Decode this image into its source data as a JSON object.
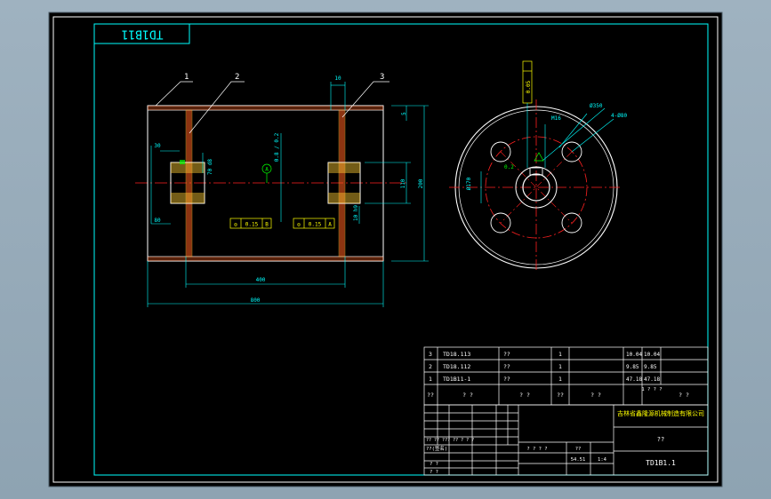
{
  "drawing": {
    "code_box": "TD1B11",
    "part_balloons": [
      "1",
      "2",
      "3"
    ],
    "dimensions": {
      "top_width": "10",
      "overall_length": "800",
      "inner_length": "400",
      "right_step": "5",
      "height": "200",
      "bore": "110",
      "left_boss": "30",
      "left_boss_bottom": "80",
      "left_boss_dia": "70 d8",
      "callout_top": "0.8 / 0.2",
      "datum": "A",
      "hole_spec": "4-Ø80",
      "pcd": "Ø350",
      "circle_dim": "Ø170",
      "keyway_left": "M16",
      "keyway_right": "10 h9",
      "shaft_label": "0.05",
      "center_dim": "0.2"
    },
    "tolerance_frames": [
      {
        "symbol": "◎",
        "value": "0.15",
        "datum": "B"
      },
      {
        "symbol": "◎",
        "value": "0.15",
        "datum": "A"
      }
    ]
  },
  "bom": {
    "rows": [
      {
        "no": "3",
        "code": "TD18.113",
        "name": "??",
        "qty": "1",
        "mass1": "10.04",
        "mass2": "10.04"
      },
      {
        "no": "2",
        "code": "TD18.112",
        "name": "??",
        "qty": "1",
        "mass1": "9.85",
        "mass2": "9.85"
      },
      {
        "no": "1",
        "code": "TD1B11-1",
        "name": "??",
        "qty": "1",
        "mass1": "47.18",
        "mass2": "47.18"
      }
    ],
    "header": [
      "??",
      "?  ?",
      "?  ?",
      "??",
      "?  ?",
      "1 ?\n? ?",
      "?  ?"
    ]
  },
  "title_block": {
    "company": "吉林省鑫隆源机械制造有限公司",
    "part_name": "??",
    "drawing_no": "TD1B1.1",
    "scale": "1:4",
    "weight": "54.51",
    "stage_label": "? ? ? ?",
    "qty_label": "??",
    "left_labels": [
      "?? ?? ??? ?? ? ? ?",
      "??(签名)",
      "? ?",
      "? ?"
    ]
  },
  "colors": {
    "frame": "#00ffff",
    "line": "#ffffff",
    "dim": "#00ffff",
    "center": "#ff2020",
    "text": "#ffff00",
    "green": "#00ff00",
    "hatch": "#ffcc33",
    "section": "#ff6020"
  }
}
